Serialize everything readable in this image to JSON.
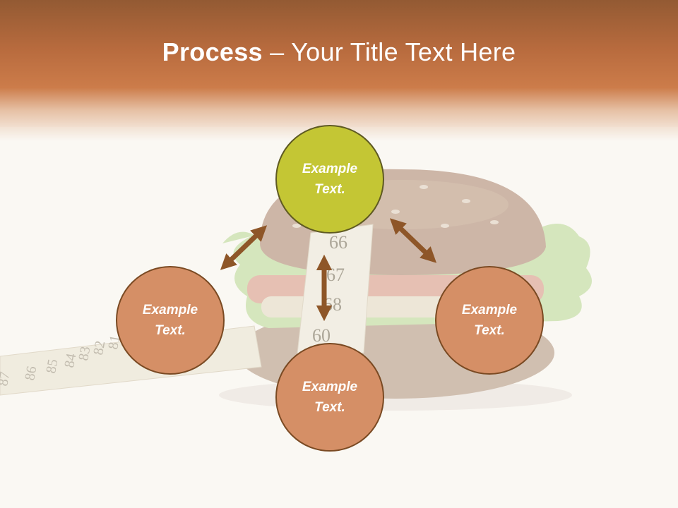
{
  "title": {
    "bold": "Process",
    "rest": " – Your Title Text Here"
  },
  "colors": {
    "header": "#c0703f",
    "accent_circle": "#c4c634",
    "circle": "#d58f66",
    "arrow": "#8e5628"
  },
  "nodes": {
    "top": {
      "line1": "Example",
      "line2": "Text."
    },
    "left": {
      "line1": "Example",
      "line2": "Text."
    },
    "right": {
      "line1": "Example",
      "line2": "Text."
    },
    "bottom": {
      "line1": "Example",
      "line2": "Text."
    }
  },
  "tape_numbers": [
    "87",
    "86",
    "85",
    "84",
    "83",
    "82",
    "81",
    "66",
    "67",
    "68",
    "60"
  ]
}
